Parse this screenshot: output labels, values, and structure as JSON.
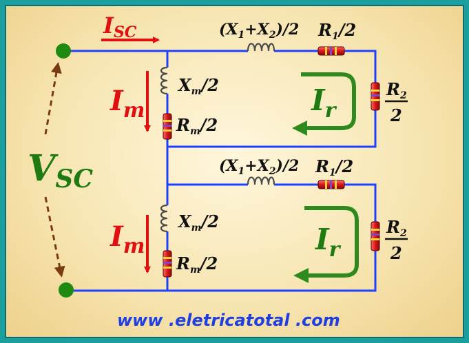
{
  "labels": {
    "current_sc": "I",
    "current_sc_sub": "SC",
    "voltage_sc": "V",
    "voltage_sc_sub": "SC",
    "leak_reactance": "(X",
    "leak_plus": "+X",
    "leak_close": ")/2",
    "sub_1": "1",
    "sub_2": "2",
    "r1_main": "R",
    "r1_rest": "/2",
    "r2_main": "R",
    "r2_den": "2",
    "xm_main": "X",
    "xm_sub": "m",
    "xm_rest": "/2",
    "rm_main": "R",
    "rm_sub": "m",
    "rm_rest": "/2",
    "im_main": "I",
    "im_sub": "m",
    "ir_main": "I",
    "ir_sub": "r"
  },
  "website": "www .eletricatotal .com",
  "colors": {
    "frame": "#1a9e9e",
    "wire": "#1e40ff",
    "red_arrow": "#e01010",
    "green_loop": "#2e8a1e",
    "node": "#1f8a10",
    "voltage_arrow": "#7a3a12"
  }
}
